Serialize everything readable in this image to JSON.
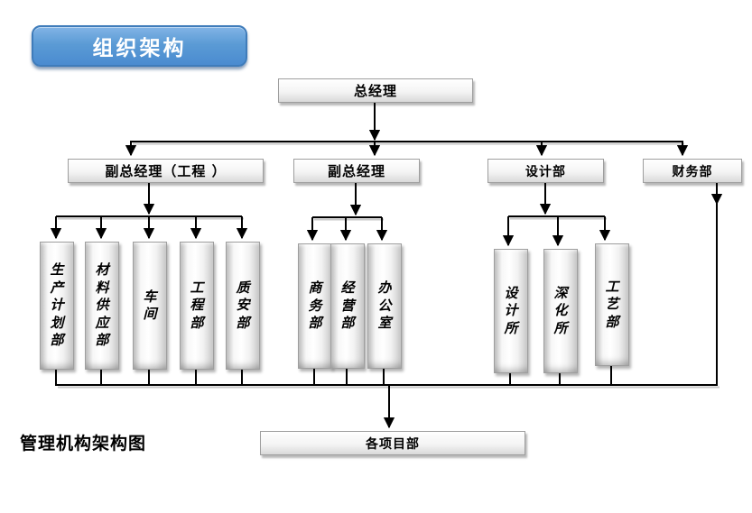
{
  "colors": {
    "badge_blue": "#5b9bd5",
    "badge_border": "#3f7cba",
    "connector_line": "#000000",
    "box_border": "#9e9e9e"
  },
  "badge": {
    "label": "组织架构"
  },
  "caption": "管理机构架构图",
  "chart": {
    "root": {
      "label": "总经理"
    },
    "level2": [
      {
        "label": "副总经理（工程 ）"
      },
      {
        "label": "副总经理"
      },
      {
        "label": "设计部"
      },
      {
        "label": "财务部"
      }
    ],
    "group_engineering": [
      {
        "label": "生产计划部"
      },
      {
        "label": "材料供应部"
      },
      {
        "label": "车间"
      },
      {
        "label": "工程部"
      },
      {
        "label": "质安部"
      }
    ],
    "group_vice_gm": [
      {
        "label": "商务部"
      },
      {
        "label": "经营部"
      },
      {
        "label": "办公室"
      }
    ],
    "group_design": [
      {
        "label": "设计所"
      },
      {
        "label": "深化所"
      },
      {
        "label": "工艺部"
      }
    ],
    "bottom": {
      "label": "各项目部"
    }
  }
}
